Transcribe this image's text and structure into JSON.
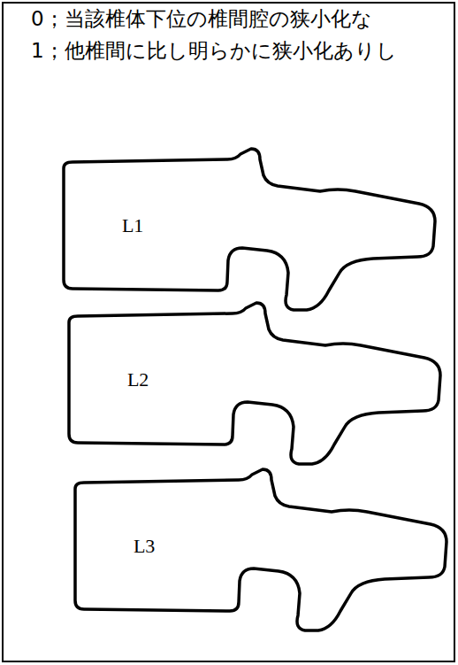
{
  "diagram": {
    "nodes": [
      {
        "text": [
          "L1"
        ]
      },
      {
        "text": [
          "L2"
        ]
      },
      {
        "text": [
          "L3"
        ]
      }
    ],
    "labels": [
      "0；当該椎体下位の椎間腔の狭小化な",
      "1；他椎間に比し明らかに狭小化ありし"
    ]
  }
}
